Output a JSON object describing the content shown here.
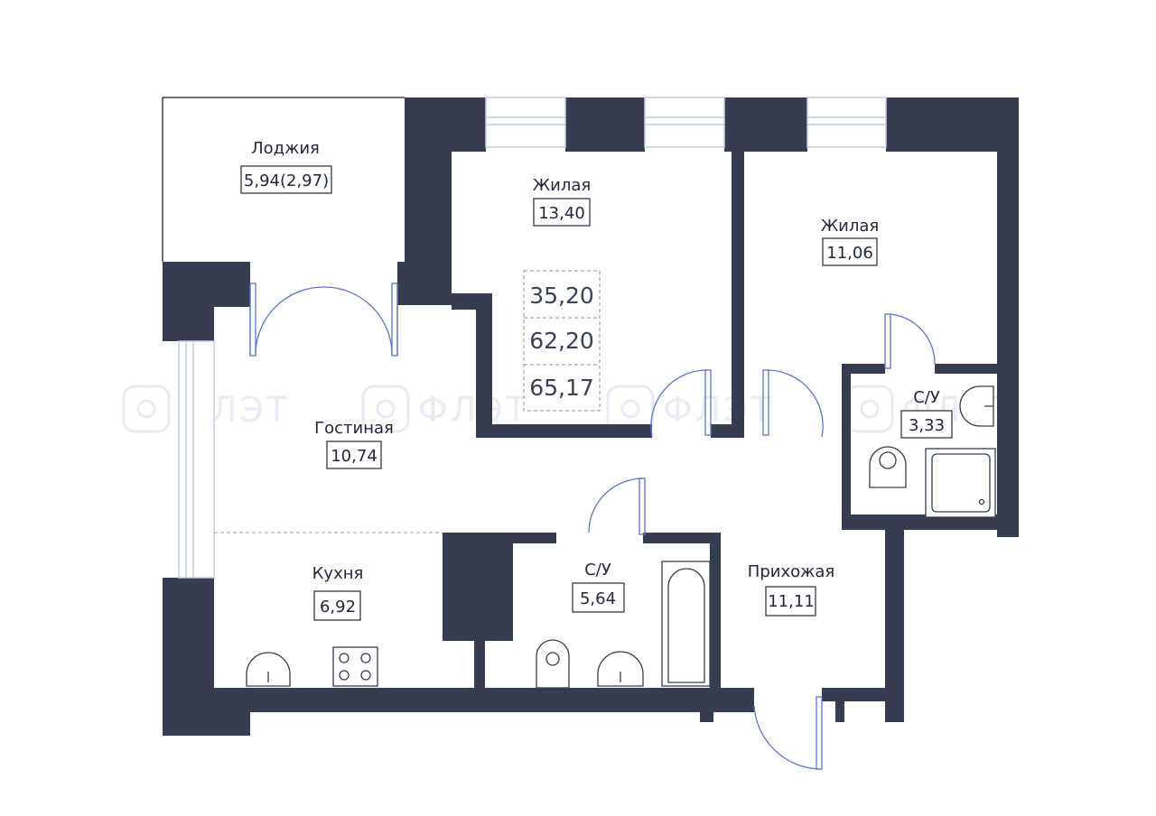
{
  "rooms": {
    "loggia": {
      "name": "Лоджия",
      "area": "5,94(2,97)"
    },
    "living1": {
      "name": "Жилая",
      "area": "13,40"
    },
    "living2": {
      "name": "Жилая",
      "area": "11,06"
    },
    "bath_small": {
      "name": "С/У",
      "area": "3,33"
    },
    "lounge": {
      "name": "Гостиная",
      "area": "10,74"
    },
    "kitchen": {
      "name": "Кухня",
      "area": "6,92"
    },
    "bath_main": {
      "name": "С/У",
      "area": "5,64"
    },
    "hallway": {
      "name": "Прихожая",
      "area": "11,11"
    }
  },
  "totals": [
    "35,20",
    "62,20",
    "65,17"
  ],
  "watermark": "ФЛЭТ",
  "colors": {
    "wall": "#363d50",
    "door_arc": "#5b77c7",
    "window": "#c4cde2"
  }
}
